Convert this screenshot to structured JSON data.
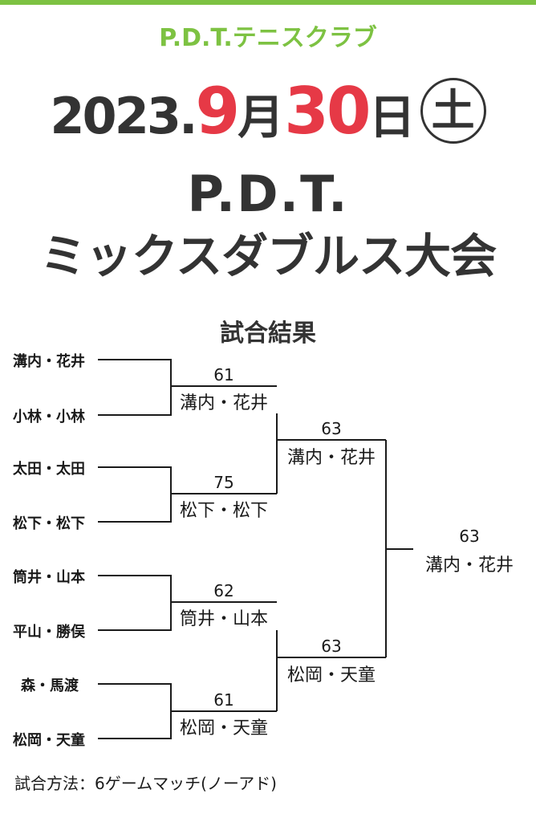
{
  "header": {
    "club_name": "P.D.T.テニスクラブ",
    "date_year": "2023.",
    "date_month": "9",
    "month_kanji": "月",
    "date_day": "30",
    "day_kanji": "日",
    "weekday": "土",
    "title_line1": "P.D.T.",
    "title_line2": "ミックスダブルス大会"
  },
  "results_title": "試合結果",
  "bracket": {
    "round1_players": [
      "溝内・花井",
      "小林・小林",
      "太田・太田",
      "松下・松下",
      "筒井・山本",
      "平山・勝俣",
      "森・馬渡",
      "松岡・天童"
    ],
    "round1_results": [
      {
        "score": "61",
        "winner": "溝内・花井"
      },
      {
        "score": "75",
        "winner": "松下・松下"
      },
      {
        "score": "62",
        "winner": "筒井・山本"
      },
      {
        "score": "61",
        "winner": "松岡・天童"
      }
    ],
    "semifinal_results": [
      {
        "score": "63",
        "winner": "溝内・花井"
      },
      {
        "score": "63",
        "winner": "松岡・天童"
      }
    ],
    "final_result": {
      "score": "63",
      "winner": "溝内・花井"
    }
  },
  "match_method": "試合方法：6ゲームマッチ(ノーアド)",
  "colors": {
    "accent": "#7dc242",
    "highlight": "#e63946",
    "text": "#333333"
  }
}
